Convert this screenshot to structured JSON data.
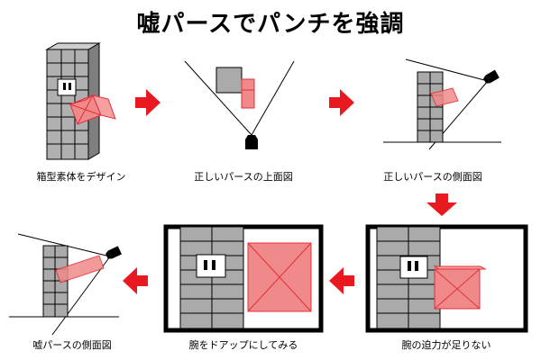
{
  "title": "嘘パースでパンチを強調",
  "captions": {
    "p1": "箱型素体をデザイン",
    "p2": "正しいパースの上面図",
    "p3": "正しいパースの側面図",
    "p4": "腕の迫力が足りない",
    "p5": "腕をドアップにしてみる",
    "p6": "嘘パースの側面図"
  },
  "colors": {
    "arrow": "#e8191f",
    "box_fill": "#f08a8a",
    "body_fill": "#aaaaaa",
    "outline": "#000000"
  }
}
